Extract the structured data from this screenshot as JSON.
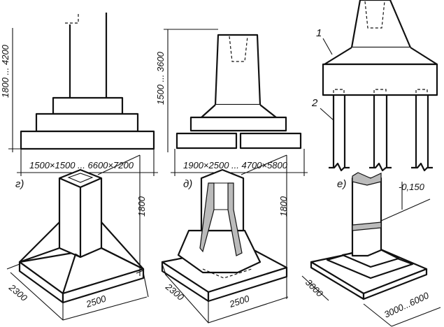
{
  "figures": {
    "a": {
      "height_range": "1800 ... 4200",
      "base_size_range": "1500×1500 ... 6600×7200"
    },
    "b": {
      "height_range": "1500 ... 3600",
      "base_size_range": "1900×2500 ... 4700×5800"
    },
    "c": {
      "callout_1": "1",
      "callout_2": "2"
    },
    "g": {
      "label": "г)",
      "height": "1800",
      "depth": "2300",
      "width": "2500"
    },
    "d": {
      "label": "д)",
      "height": "1800",
      "depth": "2300",
      "width": "2500"
    },
    "e": {
      "label": "е)",
      "elevation": "-0,150",
      "depth": "3000",
      "width_range": "3000...6000"
    }
  }
}
